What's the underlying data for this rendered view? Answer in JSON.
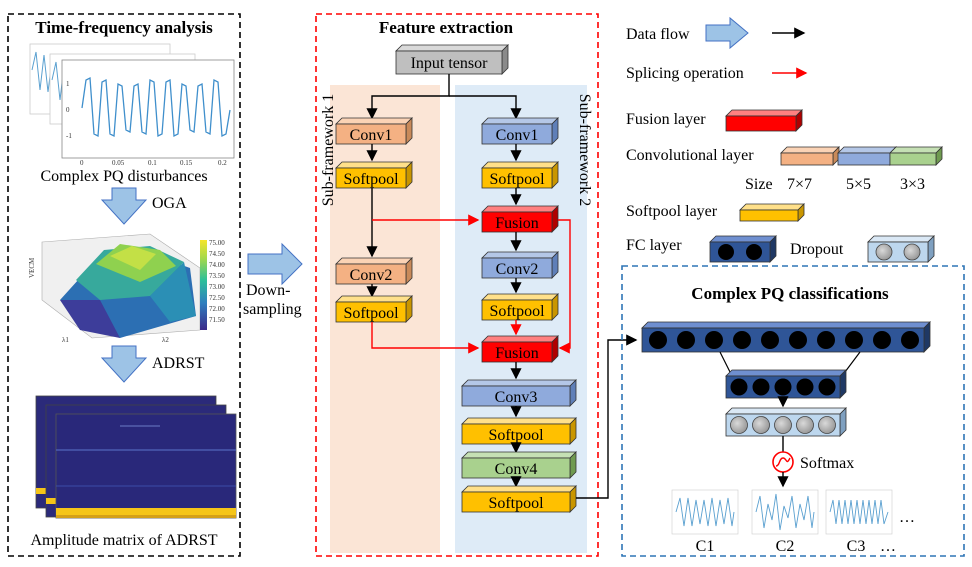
{
  "panels": {
    "tf_title": "Time-frequency analysis",
    "fe_title": "Feature extraction",
    "cls_title": "Complex PQ classifications"
  },
  "left": {
    "signal_caption": "Complex PQ disturbances",
    "oga": "OGA",
    "adrst": "ADRST",
    "matrix_caption": "Amplitude matrix of ADRST",
    "signal_xticks": [
      "0",
      "0.05",
      "0.1",
      "0.15",
      "0.2"
    ],
    "signal_yticks": [
      "1",
      "0",
      "-1"
    ],
    "surface_zticks": [
      "75.00",
      "74.50",
      "74.00",
      "73.50",
      "73.00",
      "72.50",
      "72.00",
      "71.50"
    ],
    "surface_ylabel": "VECM",
    "surface_xlabel": "λ1",
    "surface_x2label": "λ2"
  },
  "mid": {
    "downsample_line1": "Down-",
    "downsample_line2": "sampling",
    "input_tensor": "Input tensor",
    "sub1": "Sub-framework 1",
    "sub2": "Sub-framework 2",
    "left_col": [
      "Conv1",
      "Softpool",
      "Conv2",
      "Softpool"
    ],
    "right_col": [
      "Conv1",
      "Softpool",
      "Fusion",
      "Conv2",
      "Softpool",
      "Fusion"
    ],
    "bottom_col": [
      "Conv3",
      "Softpool",
      "Conv4",
      "Softpool"
    ]
  },
  "legend": {
    "data_flow": "Data flow",
    "splicing": "Splicing operation",
    "fusion": "Fusion layer",
    "conv": "Convolutional layer",
    "size": "Size",
    "size_7": "7×7",
    "size_5": "5×5",
    "size_3": "3×3",
    "softpool": "Softpool layer",
    "fc": "FC layer",
    "dropout": "Dropout"
  },
  "classify": {
    "softmax": "Softmax",
    "classes": [
      "C1",
      "C2",
      "C3"
    ],
    "ellipsis1": "…",
    "ellipsis2": "…"
  },
  "colors": {
    "conv7": "#F4B183",
    "conv5": "#8FAADC",
    "conv3": "#A9D18E",
    "softpool": "#FFC000",
    "fusion": "#FF0000",
    "fc": "#2F5597",
    "dropout": "#BDD7EE",
    "sub1_bg": "#FBE5D6",
    "sub2_bg": "#DEEBF7",
    "splice": "#FF0000",
    "arrow_fill": "#9DC3E6"
  }
}
